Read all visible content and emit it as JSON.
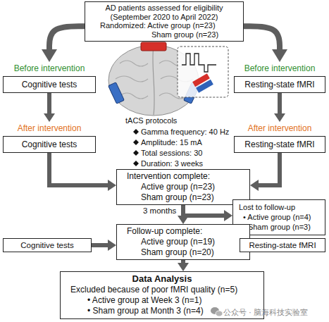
{
  "diagram": {
    "nodes": [
      {
        "text": [
          "AD patients assessed for eligibility (September 2020 to April 2022)",
          "Randomized: Active group (n=23) Sham group (n=23)"
        ]
      },
      {
        "text": [
          "Before intervention",
          "Cognitive tests"
        ]
      },
      {
        "text": [
          "Before intervention",
          "Resting-state fMRI"
        ]
      },
      {
        "text": [
          "After intervention",
          "Cognitive tests"
        ]
      },
      {
        "text": [
          "After intervention",
          "Resting-state fMRI"
        ]
      },
      {
        "text": [
          "Intervention complete:",
          "Active group (n=23) Sham group (n=23)"
        ]
      },
      {
        "text": [
          "Lost to follow-up",
          "• Active group (n=4)",
          "• Sham group (n=3)"
        ]
      },
      {
        "text": [
          "Cognitive tests"
        ]
      },
      {
        "text": [
          "Follow-up complete:",
          "Active group (n=19) Sham group (n=20)"
        ]
      },
      {
        "text": [
          "Resting-state fMRI"
        ]
      },
      {
        "text": [
          "Data Analysis",
          "Excluded because of poor fMRI quality (n=5)",
          "• Active group at Week 3 (n=1)",
          "• Sham group at Month 3 (n=4)"
        ]
      }
    ],
    "edges": [
      {
        "from": 0,
        "to": 1,
        "arrow": "to"
      },
      {
        "from": 0,
        "to": 2,
        "arrow": "to"
      },
      {
        "from": 1,
        "to": 3,
        "arrow": "to"
      },
      {
        "from": 2,
        "to": 4,
        "arrow": "to"
      },
      {
        "from": 3,
        "to": 5,
        "arrow": "to"
      },
      {
        "from": 4,
        "to": 5,
        "arrow": "to"
      },
      {
        "from": 5,
        "to": 8,
        "label": "3 months",
        "arrow": "to"
      },
      {
        "from": 5,
        "to": 6,
        "arrow": "to"
      },
      {
        "from": 7,
        "to": 8,
        "arrow": "to"
      },
      {
        "from": 9,
        "to": 8,
        "arrow": "to"
      },
      {
        "from": 8,
        "to": 10,
        "arrow": "to"
      }
    ],
    "labels": [
      "tACS protocols",
      "Gamma frequency: 40 Hz",
      "Amplitude: 15 mA",
      "Total sessions: 30",
      "Duration: 3 weeks",
      "公众号 · 脑海科技实验室"
    ]
  }
}
